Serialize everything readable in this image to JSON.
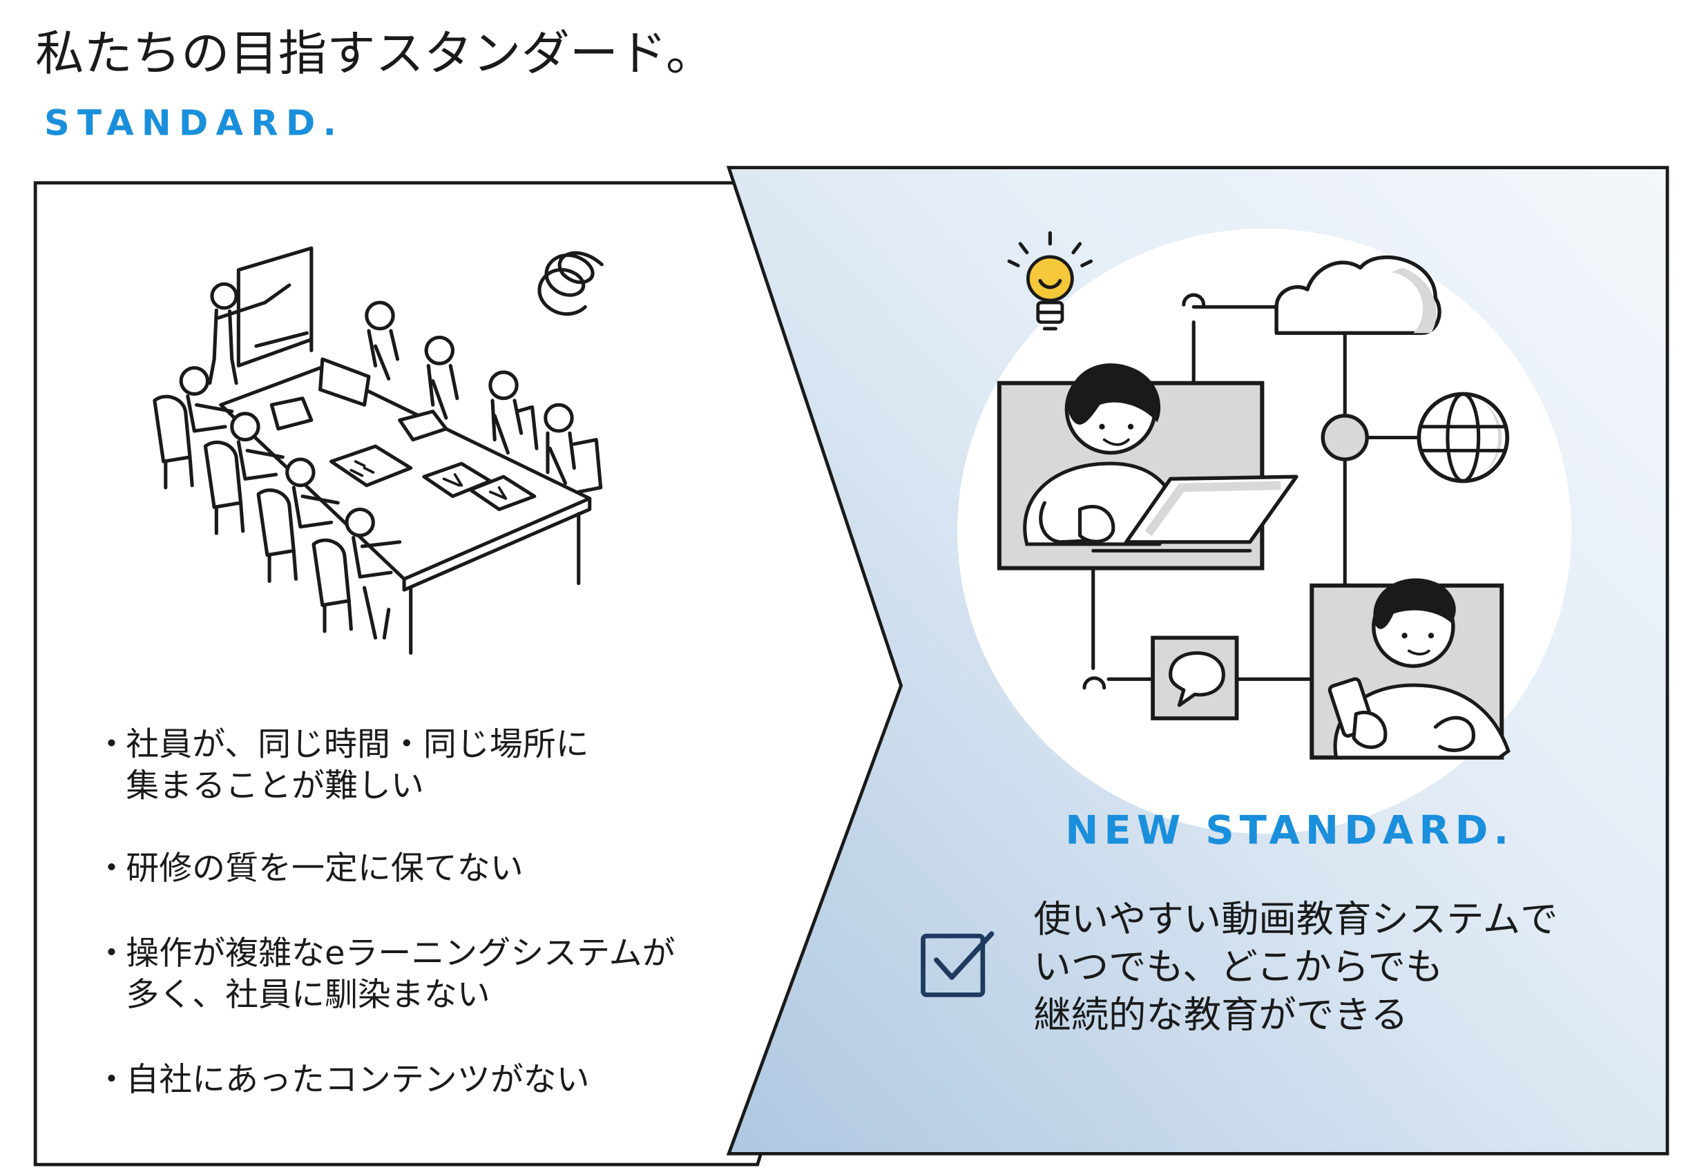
{
  "header": {
    "title": "私たちの目指すスタンダード。",
    "subtitle": "STANDARD."
  },
  "old_standard": {
    "bullet_marker": "・",
    "bullets": [
      {
        "lines": [
          "社員が、同じ時間・同じ場所に",
          "集まることが難しい"
        ]
      },
      {
        "lines": [
          "研修の質を一定に保てない"
        ]
      },
      {
        "lines": [
          "操作が複雑なeラーニングシステムが",
          "多く、社員に馴染まない"
        ]
      },
      {
        "lines": [
          "自社にあったコンテンツがない"
        ]
      }
    ]
  },
  "new_standard": {
    "label": "NEW STANDARD.",
    "statement_lines": [
      "使いやすい動画教育システムで",
      "いつでも、どこからでも",
      "継続的な教育ができる"
    ]
  },
  "colors": {
    "accent_blue": "#1a8fdc",
    "text": "#1a1a1a",
    "checkbox_navy": "#1f3a5f",
    "bulb_yellow": "#f5c83a",
    "gradient_start": "#e9f0f8",
    "gradient_end": "#b3cce3"
  },
  "icons": {
    "check": "checkbox-icon",
    "cloud": "cloud-icon",
    "globe": "globe-icon",
    "chat": "chat-bubble-icon",
    "bulb": "light-bulb-icon"
  }
}
